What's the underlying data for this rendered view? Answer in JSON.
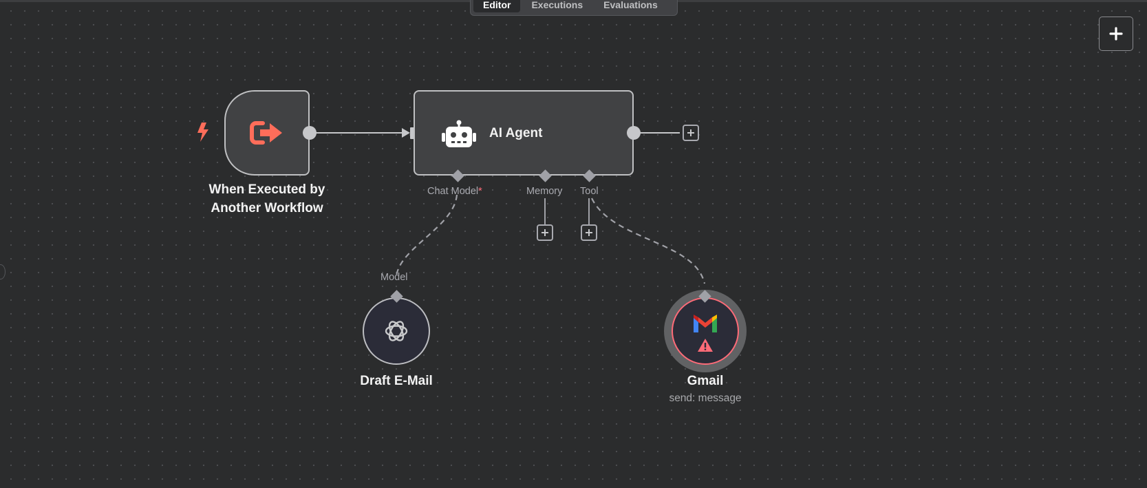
{
  "tabs": [
    {
      "label": "Editor",
      "active": true
    },
    {
      "label": "Executions",
      "active": false
    },
    {
      "label": "Evaluations",
      "active": false
    }
  ],
  "nodes": {
    "trigger": {
      "label_line1": "When Executed by",
      "label_line2": "Another Workflow",
      "icon": "sign-out-arrow-icon",
      "trigger_icon": "lightning-bolt-icon"
    },
    "agent": {
      "title": "AI Agent",
      "icon": "robot-icon"
    },
    "openai": {
      "label": "Draft E-Mail",
      "icon": "openai-logo-icon"
    },
    "gmail": {
      "label": "Gmail",
      "sublabel": "send: message",
      "icon": "gmail-logo-icon",
      "warning_icon": "warning-triangle-icon"
    }
  },
  "handles": {
    "chat_model": "Chat Model",
    "chat_model_required": "*",
    "memory": "Memory",
    "tool": "Tool",
    "model": "Model"
  },
  "colors": {
    "canvas": "#2b2c2d",
    "node_fill": "#414244",
    "node_border": "#c0c1c3",
    "trigger_accent": "#ff6d5a",
    "error": "#ff6b78",
    "connector": "#a0a1a7"
  }
}
